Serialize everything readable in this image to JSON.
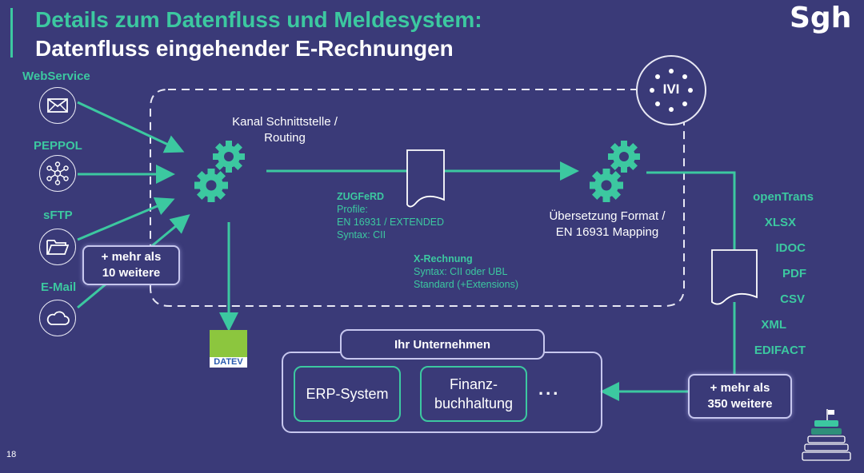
{
  "header": {
    "title_line1": "Details zum Datenfluss und Meldesystem:",
    "title_line2": "Datenfluss eingehender E-Rechnungen",
    "logo_text": "Sgh"
  },
  "sources": [
    {
      "label": "WebService",
      "icon": "envelope-icon"
    },
    {
      "label": "PEPPOL",
      "icon": "network-hub-icon"
    },
    {
      "label": "sFTP",
      "icon": "folder-icon"
    },
    {
      "label": "E-Mail",
      "icon": "cloud-icon"
    }
  ],
  "sources_more": {
    "line1": "+ mehr als",
    "line2": "10 weitere"
  },
  "routing": {
    "line1": "Kanal Schnittstelle /",
    "line2": "Routing"
  },
  "zugferd": {
    "title": "ZUGFeRD",
    "line1": "Profile:",
    "line2": "EN 16931 / EXTENDED",
    "line3": "Syntax: CII"
  },
  "xrechnung": {
    "title": "X-Rechnung",
    "line1": "Syntax: CII oder UBL",
    "line2": "Standard (+Extensions)"
  },
  "translation": {
    "line1": "Übersetzung Format /",
    "line2": "EN 16931 Mapping"
  },
  "ivi_logo": "IVI",
  "formats": [
    "openTrans",
    "XLSX",
    "IDOC",
    "PDF",
    "CSV",
    "XML",
    "EDIFACT"
  ],
  "formats_more": {
    "line1": "+ mehr als",
    "line2": "350 weitere"
  },
  "datev_label": "DATEV",
  "company": {
    "title": "Ihr Unternehmen",
    "erp": "ERP-System",
    "fin_line1": "Finanz-",
    "fin_line2": "buchhaltung",
    "ellipsis": "..."
  },
  "page_number": "18",
  "colors": {
    "background": "#3a3a78",
    "accent": "#3cc8a0",
    "text": "#ffffff",
    "frame": "#c7c7ee"
  }
}
